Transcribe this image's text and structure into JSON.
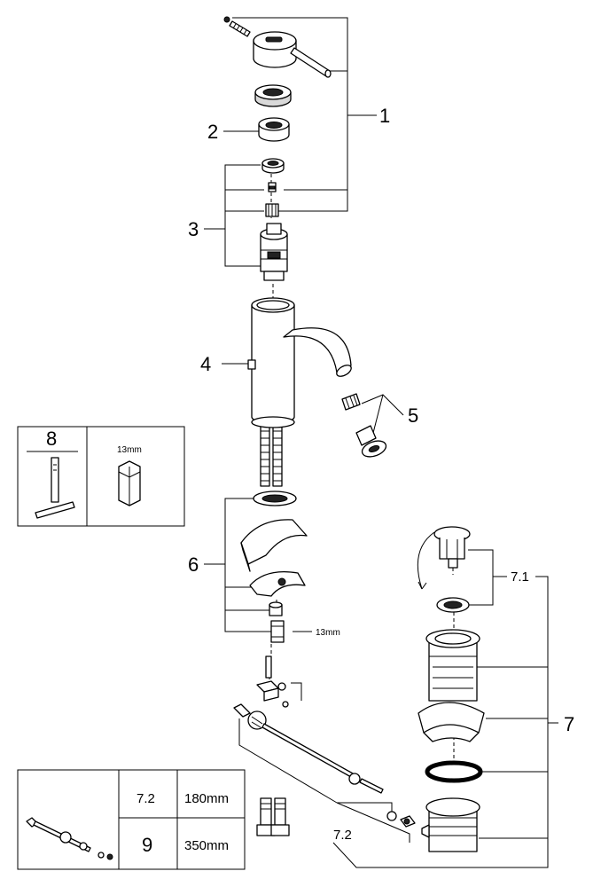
{
  "callouts": {
    "c1": "1",
    "c2": "2",
    "c3": "3",
    "c4": "4",
    "c5": "5",
    "c6": "6",
    "c7": "7",
    "c71": "7.1",
    "c72": "7.2",
    "size_13mm": "13mm"
  },
  "tool_box": {
    "number": "8",
    "size": "13mm"
  },
  "rod_table": {
    "row1_code": "7.2",
    "row1_length": "180mm",
    "row2_code": "9",
    "row2_length": "350mm"
  }
}
